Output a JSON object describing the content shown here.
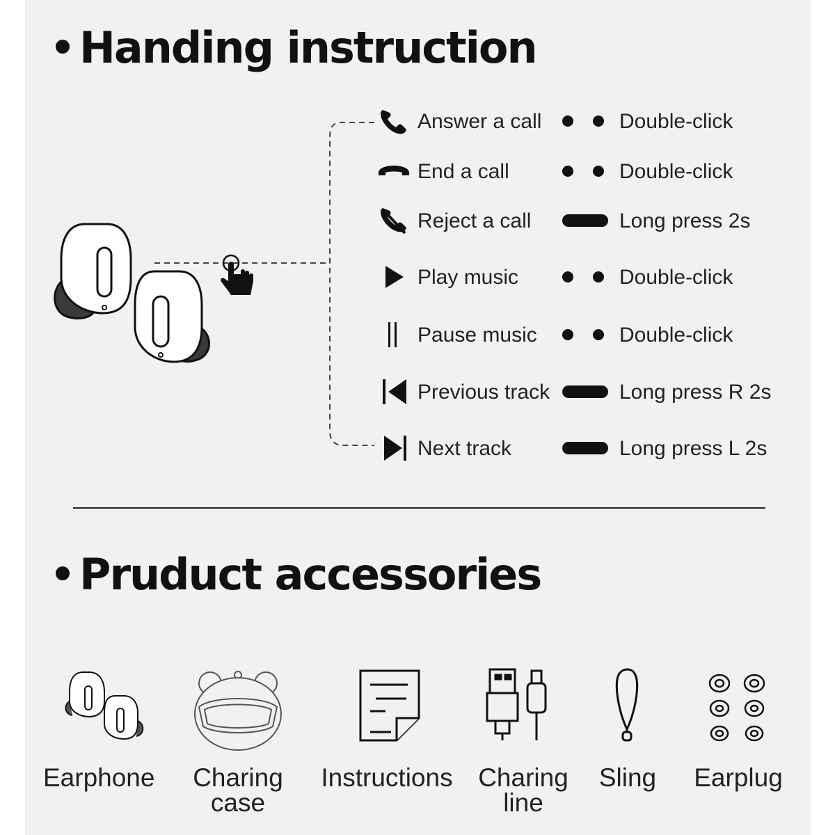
{
  "section1": {
    "title": "Handing instruction"
  },
  "controls": [
    {
      "icon": "phone-answer-icon",
      "label": "Answer a call",
      "indicator": "double-dot",
      "gesture": "Double-click"
    },
    {
      "icon": "phone-hangup-icon",
      "label": "End a call",
      "indicator": "double-dot",
      "gesture": "Double-click"
    },
    {
      "icon": "phone-reject-icon",
      "label": "Reject a call",
      "indicator": "long-bar",
      "gesture": "Long press 2s"
    },
    {
      "icon": "play-icon",
      "label": "Play music",
      "indicator": "double-dot",
      "gesture": "Double-click"
    },
    {
      "icon": "pause-icon",
      "label": "Pause music",
      "indicator": "double-dot",
      "gesture": "Double-click"
    },
    {
      "icon": "previous-track-icon",
      "label": "Previous track",
      "indicator": "long-bar",
      "gesture": "Long press R 2s"
    },
    {
      "icon": "next-track-icon",
      "label": "Next track",
      "indicator": "long-bar",
      "gesture": "Long press L 2s"
    }
  ],
  "section2": {
    "title": "Pruduct accessories"
  },
  "accessories": [
    {
      "icon": "earphone-icon",
      "line1": "Earphone",
      "line2": ""
    },
    {
      "icon": "charging-case-icon",
      "line1": "Charing",
      "line2": "case"
    },
    {
      "icon": "instructions-icon",
      "line1": "Instructions",
      "line2": ""
    },
    {
      "icon": "charging-cable-icon",
      "line1": "Charing",
      "line2": "line"
    },
    {
      "icon": "sling-icon",
      "line1": "Sling",
      "line2": ""
    },
    {
      "icon": "earplug-icon",
      "line1": "Earplug",
      "line2": ""
    }
  ],
  "colors": {
    "background": "#f1f1f1",
    "ink": "#111111",
    "text": "#222222"
  }
}
